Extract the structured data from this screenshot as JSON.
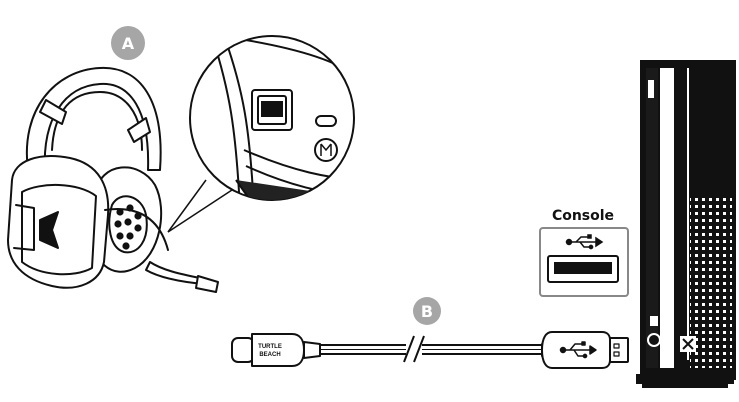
{
  "callouts": {
    "a": "A",
    "b": "B"
  },
  "labels": {
    "console": "Console"
  },
  "cable": {
    "brand_line1": "TURTLE",
    "brand_line2": "BEACH"
  },
  "icons": {
    "usb": "usb-icon",
    "headset": "headset-icon",
    "console": "console-icon"
  },
  "colors": {
    "line": "#111111",
    "badge": "#a6a6a6",
    "background": "#ffffff"
  }
}
